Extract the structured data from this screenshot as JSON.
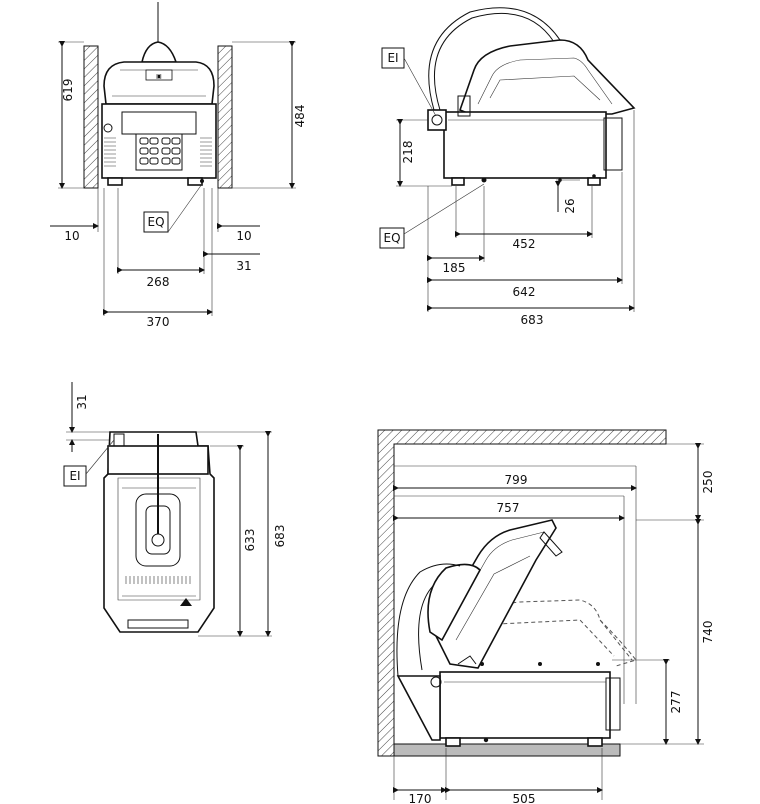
{
  "labels": {
    "front": {
      "height_total": "619",
      "height_machine": "484",
      "gap_left": "10",
      "gap_right": "10",
      "width_inner": "268",
      "width_outer": "370",
      "offset_eq": "31",
      "eq": "EQ"
    },
    "side": {
      "ei": "EI",
      "height_ei": "218",
      "foot": "26",
      "eq": "EQ",
      "d452": "452",
      "d185": "185",
      "d642": "642",
      "d683": "683"
    },
    "top": {
      "offset": "31",
      "ei": "EI",
      "d633": "633",
      "d683": "683"
    },
    "open": {
      "d799": "799",
      "d757": "757",
      "h250": "250",
      "h740": "740",
      "h277": "277",
      "d170": "170",
      "d505": "505"
    }
  }
}
